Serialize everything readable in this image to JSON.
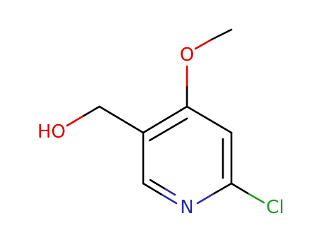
{
  "colors": {
    "carbon": "#000000",
    "oxygen": "#e00000",
    "nitrogen": "#2a2aa6",
    "chlorine": "#1e9e1e",
    "background": "#ffffff"
  },
  "atoms": {
    "hydroxyl": {
      "text": "HO",
      "element": "oxygen"
    },
    "methoxy_oxygen": {
      "text": "O",
      "element": "oxygen"
    },
    "ring_nitrogen": {
      "text": "N",
      "element": "nitrogen"
    },
    "chlorine": {
      "text": "Cl",
      "element": "chlorine"
    }
  },
  "structure": {
    "ring": "pyridine",
    "substituents": [
      "hydroxymethyl",
      "methoxy",
      "chloro"
    ]
  }
}
